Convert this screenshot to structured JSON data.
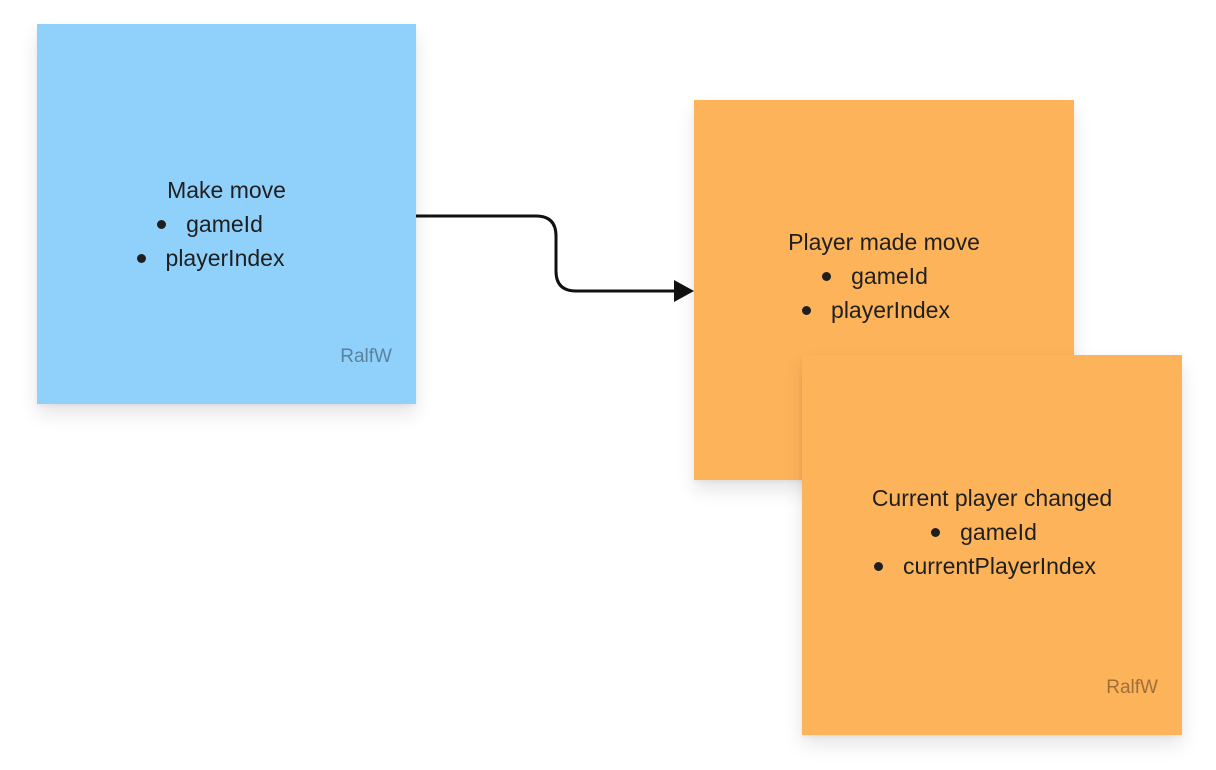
{
  "notes": {
    "make_move": {
      "title": "Make move",
      "items": [
        "gameId",
        "playerIndex"
      ],
      "author": "RalfW",
      "color": "#90d1fc"
    },
    "player_made_move": {
      "title": "Player made move",
      "items": [
        "gameId",
        "playerIndex"
      ],
      "color": "#fdb35a"
    },
    "current_player_changed": {
      "title": "Current player changed",
      "items": [
        "gameId",
        "currentPlayerIndex"
      ],
      "author": "RalfW",
      "color": "#fdb35a"
    }
  },
  "connector": {
    "from": "make_move",
    "to": "player_made_move",
    "color": "#111111"
  }
}
